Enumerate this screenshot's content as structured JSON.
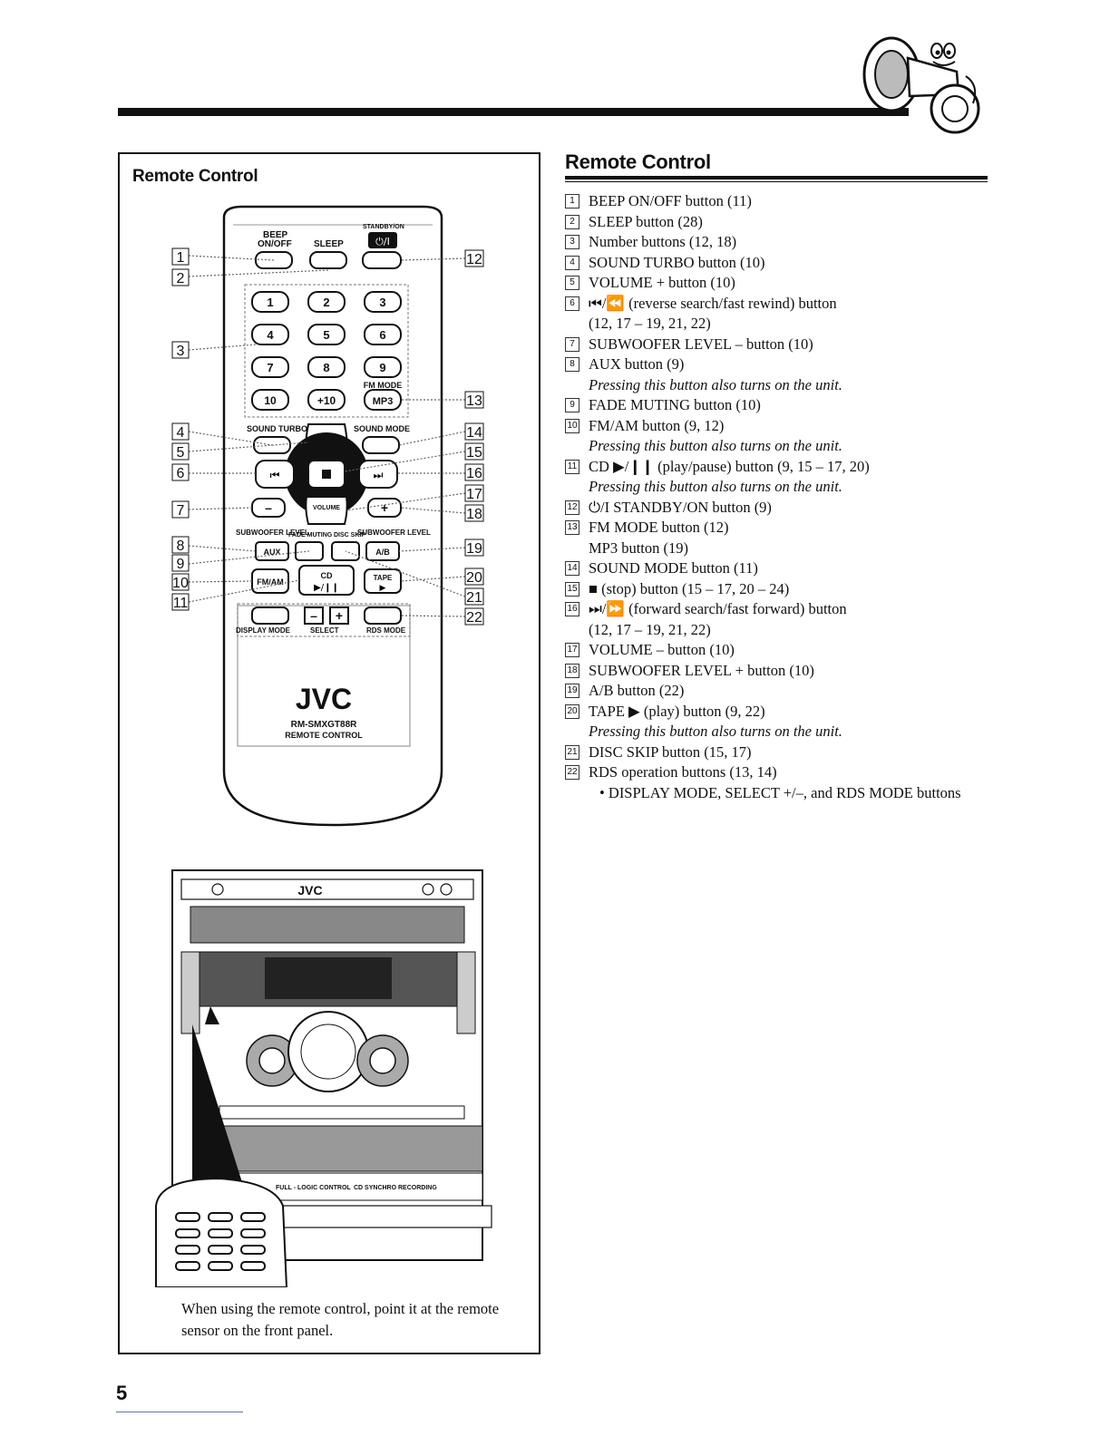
{
  "left_box": {
    "title": "Remote Control",
    "caption": "When using the remote control, point it at the remote sensor on the front panel."
  },
  "remote": {
    "brand": "JVC",
    "model": "RM-SMXGT88R",
    "model_sub": "REMOTE CONTROL",
    "labels": {
      "beep": "BEEP",
      "onoff": "ON/OFF",
      "sleep": "SLEEP",
      "standby": "STANDBY/ON",
      "fm_mode": "FM MODE",
      "mp3": "MP3",
      "sound_turbo": "SOUND TURBO",
      "sound_mode": "SOUND MODE",
      "volume": "VOLUME",
      "subwoofer_level": "SUBWOOFER LEVEL",
      "fade_muting": "FADE MUTING",
      "disc_skip": "DISC SKIP",
      "aux": "AUX",
      "ab": "A/B",
      "fmam": "FM/AM",
      "cd": "CD",
      "tape": "TAPE",
      "display_mode": "DISPLAY MODE",
      "select": "SELECT",
      "rds_mode": "RDS MODE"
    },
    "number_keys": [
      "1",
      "2",
      "3",
      "4",
      "5",
      "6",
      "7",
      "8",
      "9",
      "10",
      "+10"
    ],
    "callouts": [
      "1",
      "2",
      "3",
      "4",
      "5",
      "6",
      "7",
      "8",
      "9",
      "10",
      "11",
      "12",
      "13",
      "14",
      "15",
      "16",
      "17",
      "18",
      "19",
      "20",
      "21",
      "22"
    ]
  },
  "unit": {
    "brand": "JVC",
    "labels": [
      "FULL - LOGIC CONTROL",
      "CD SYNCHRO RECORDING"
    ]
  },
  "right": {
    "title": "Remote Control",
    "items": [
      {
        "num": "1",
        "lines": [
          "BEEP ON/OFF button (11)"
        ]
      },
      {
        "num": "2",
        "lines": [
          "SLEEP button (28)"
        ]
      },
      {
        "num": "3",
        "lines": [
          "Number buttons (12, 18)"
        ]
      },
      {
        "num": "4",
        "lines": [
          "SOUND TURBO button (10)"
        ]
      },
      {
        "num": "5",
        "lines": [
          "VOLUME + button (10)"
        ]
      },
      {
        "num": "6",
        "lines": [
          "⏮/⏪ (reverse search/fast rewind) button",
          "(12, 17 – 19, 21, 22)"
        ]
      },
      {
        "num": "7",
        "lines": [
          "SUBWOOFER LEVEL – button (10)"
        ]
      },
      {
        "num": "8",
        "lines": [
          "AUX button (9)"
        ],
        "note": "Pressing this button also turns on the unit."
      },
      {
        "num": "9",
        "lines": [
          "FADE MUTING button (10)"
        ]
      },
      {
        "num": "10",
        "lines": [
          "FM/AM button (9, 12)"
        ],
        "note": "Pressing this button also turns on the unit."
      },
      {
        "num": "11",
        "lines": [
          "CD ▶/❙❙ (play/pause) button (9, 15 – 17, 20)"
        ],
        "note": "Pressing this button also turns on the unit."
      },
      {
        "num": "12",
        "lines": [
          "⏻/I STANDBY/ON button (9)"
        ]
      },
      {
        "num": "13",
        "lines": [
          "FM MODE button (12)",
          "MP3 button (19)"
        ]
      },
      {
        "num": "14",
        "lines": [
          "SOUND MODE button (11)"
        ]
      },
      {
        "num": "15",
        "lines": [
          "■ (stop) button (15 – 17, 20 – 24)"
        ]
      },
      {
        "num": "16",
        "lines": [
          "⏭/⏩ (forward search/fast forward) button",
          "(12, 17 – 19, 21, 22)"
        ]
      },
      {
        "num": "17",
        "lines": [
          "VOLUME – button (10)"
        ]
      },
      {
        "num": "18",
        "lines": [
          "SUBWOOFER LEVEL + button (10)"
        ]
      },
      {
        "num": "19",
        "lines": [
          "A/B button (22)"
        ]
      },
      {
        "num": "20",
        "lines": [
          "TAPE ▶ (play) button (9, 22)"
        ],
        "note": "Pressing this button also turns on the unit."
      },
      {
        "num": "21",
        "lines": [
          "DISC SKIP button (15, 17)"
        ]
      },
      {
        "num": "22",
        "lines": [
          "RDS operation buttons (13, 14)"
        ],
        "sub": "• DISPLAY MODE, SELECT +/–, and RDS MODE buttons"
      }
    ]
  },
  "page_number": "5"
}
